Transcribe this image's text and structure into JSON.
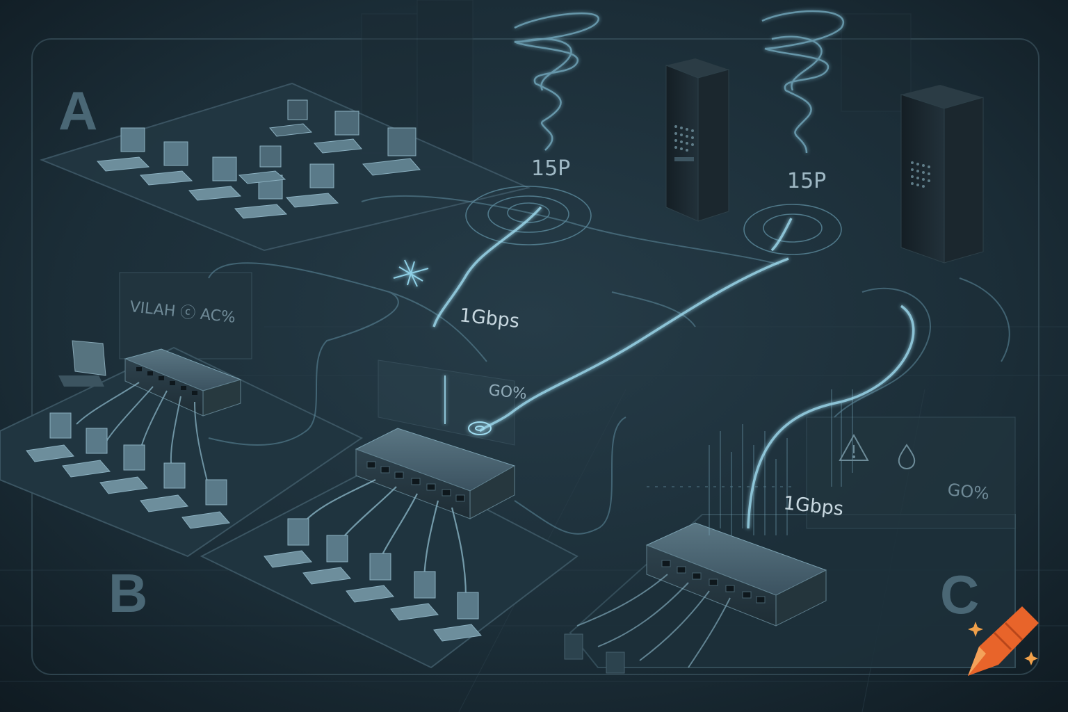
{
  "zones": {
    "a": "A",
    "b": "B",
    "c": "C"
  },
  "labels": {
    "isp_left": "15P",
    "isp_right": "15P",
    "speed_center": "1Gbps",
    "speed_right": "1Gbps",
    "load_center": "GO%",
    "load_right": "GO%",
    "vlan_sign": "VILAH ⓒ AC%"
  },
  "icons": {
    "alert": "warning-triangle-icon",
    "droplet": "droplet-icon",
    "logo": "crayon-logo-icon"
  },
  "colors": {
    "background": "#15232c",
    "cable": "#7fb3c8",
    "glow": "#9fdcf0",
    "logo_orange": "#e8642a",
    "zone_text": "#4a6775"
  }
}
